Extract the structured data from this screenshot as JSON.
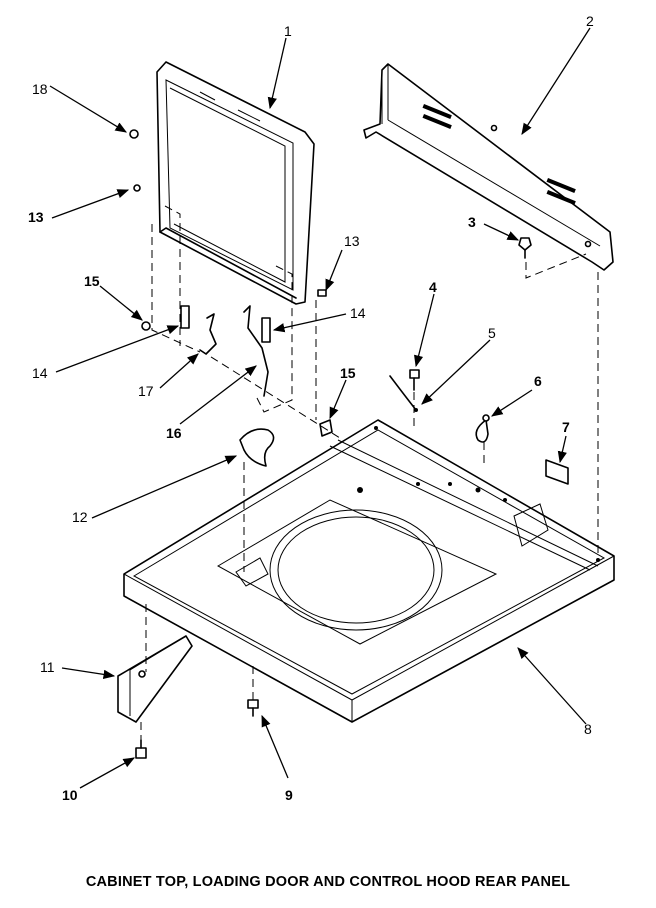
{
  "caption": "CABINET TOP, LOADING DOOR AND CONTROL HOOD REAR PANEL",
  "callouts": {
    "c1": "1",
    "c2": "2",
    "c3": "3",
    "c4": "4",
    "c5": "5",
    "c6": "6",
    "c7": "7",
    "c8": "8",
    "c9": "9",
    "c10": "10",
    "c11": "11",
    "c12": "12",
    "c13a": "13",
    "c13b": "13",
    "c14a": "14",
    "c14b": "14",
    "c15a": "15",
    "c15b": "15",
    "c16": "16",
    "c17": "17",
    "c18": "18"
  }
}
